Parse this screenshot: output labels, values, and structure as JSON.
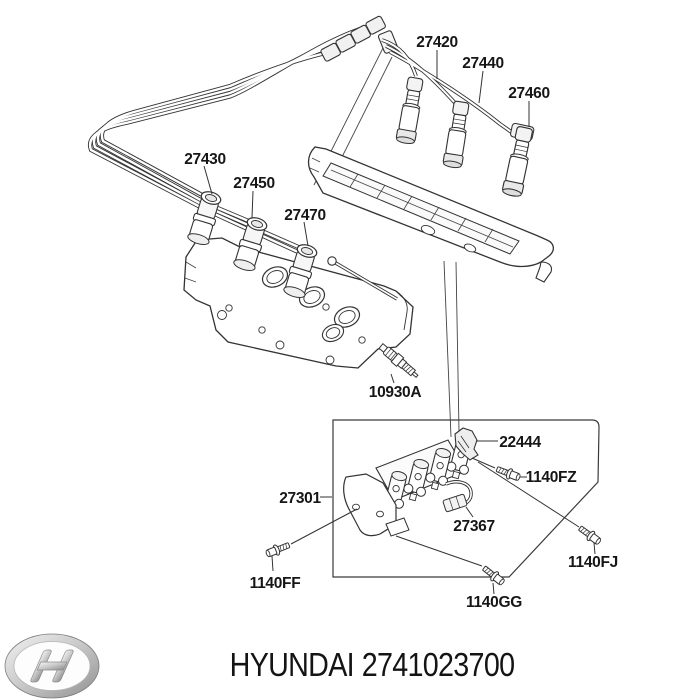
{
  "page": {
    "background_color": "#ffffff"
  },
  "diagram": {
    "type": "exploded-parts-diagram",
    "line_color": "#2e2e2e",
    "part_labels": [
      {
        "part_no": "27420"
      },
      {
        "part_no": "27440"
      },
      {
        "part_no": "27460"
      },
      {
        "part_no": "27430"
      },
      {
        "part_no": "27450"
      },
      {
        "part_no": "27470"
      },
      {
        "part_no": "10930A"
      },
      {
        "part_no": "22444"
      },
      {
        "part_no": "1140FZ"
      },
      {
        "part_no": "27301"
      },
      {
        "part_no": "27367"
      },
      {
        "part_no": "1140FJ"
      },
      {
        "part_no": "1140FF"
      },
      {
        "part_no": "1140GG"
      }
    ]
  },
  "footer": {
    "logo": "hyundai-logo",
    "brand": "HYUNDAI",
    "part_number": "2741023700",
    "brand_color": "#141414",
    "logo_silver": "#c7c7c7"
  }
}
